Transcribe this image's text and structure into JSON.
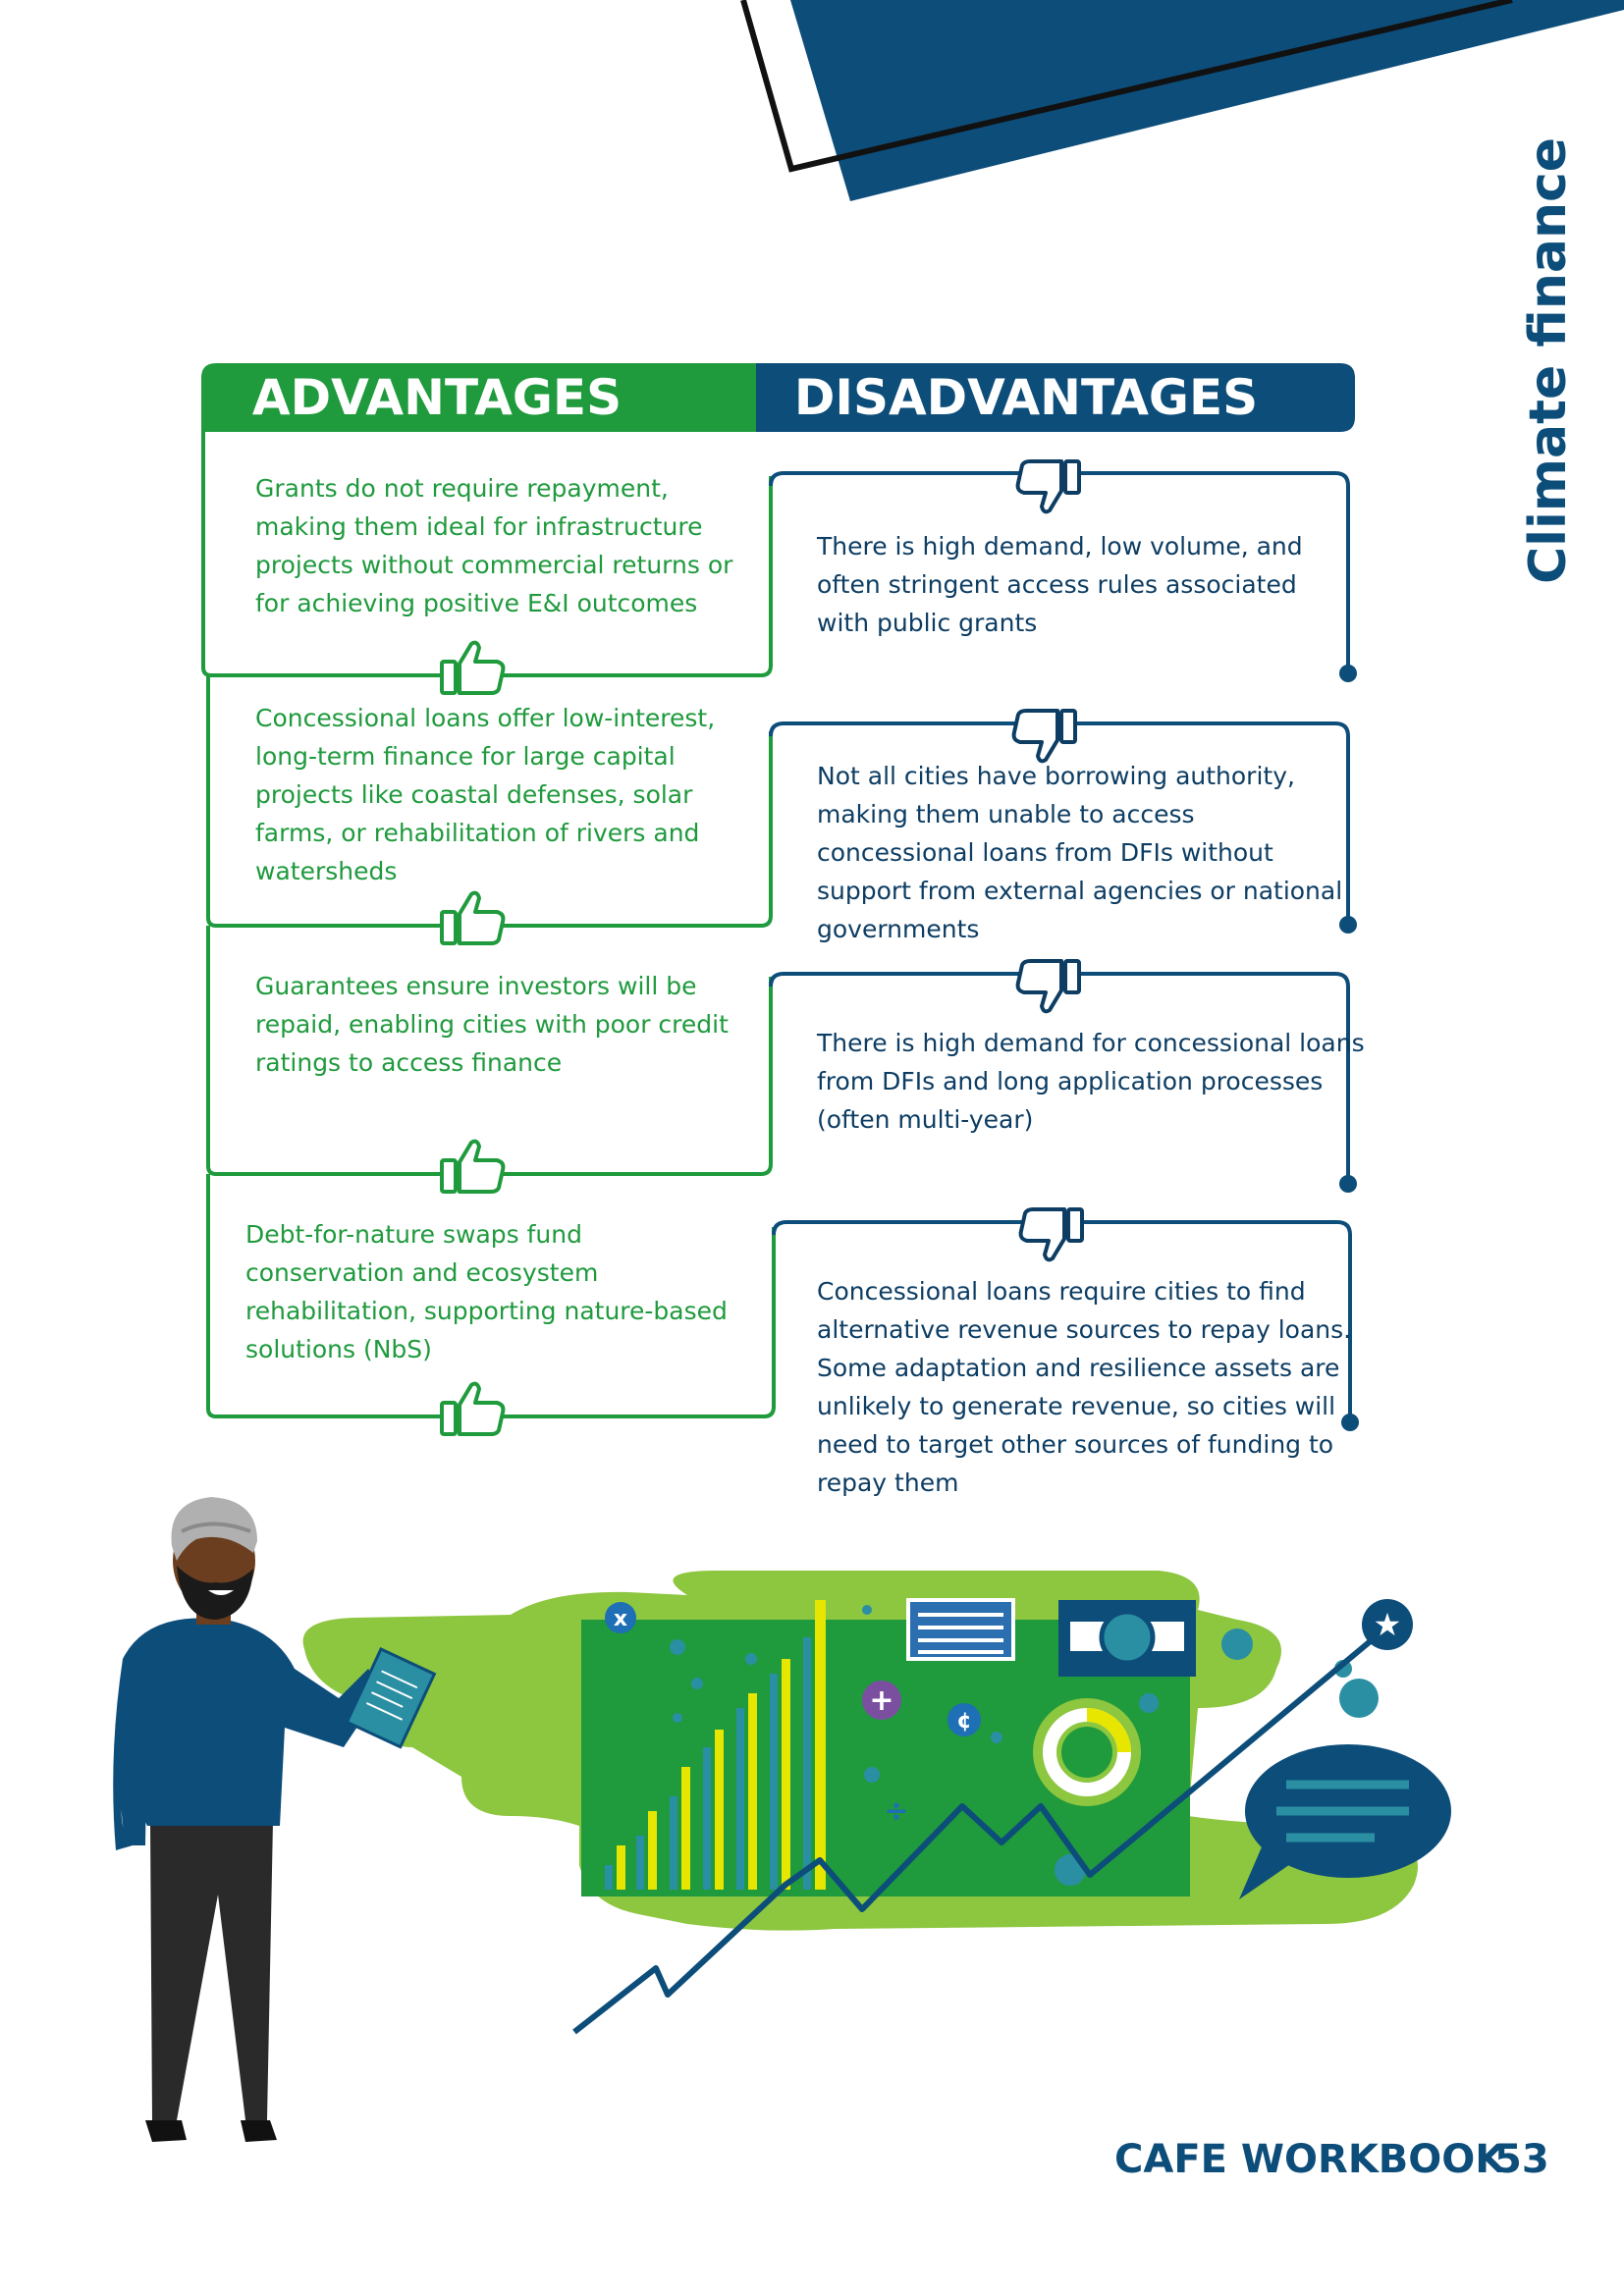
{
  "side_title": "Climate finance",
  "headers": {
    "advantages": "ADVANTAGES",
    "disadvantages": "DISADVANTAGES"
  },
  "advantages": [
    {
      "lines": [
        "Grants do not require repayment,",
        "making them ideal for infrastructure",
        "projects without commercial returns or",
        "for achieving positive E&I outcomes"
      ]
    },
    {
      "lines": [
        "Concessional loans offer low-interest,",
        "long-term finance for large capital",
        "projects like coastal defenses, solar",
        "farms, or rehabilitation of rivers and",
        "watersheds"
      ]
    },
    {
      "lines": [
        "Guarantees ensure investors will be",
        "repaid, enabling cities with poor credit",
        "ratings to access finance"
      ]
    },
    {
      "lines": [
        "Debt-for-nature swaps fund",
        "conservation and ecosystem",
        "rehabilitation, supporting nature-based",
        "solutions (NbS)"
      ]
    }
  ],
  "disadvantages": [
    {
      "lines": [
        "There is high demand, low volume, and",
        "often stringent access rules associated",
        "with public grants"
      ]
    },
    {
      "lines": [
        "Not all cities have borrowing authority,",
        "making them unable to access",
        "concessional loans from DFIs without",
        "support from external agencies or national",
        "governments"
      ]
    },
    {
      "lines": [
        "There is high demand for concessional loans",
        "from DFIs and long application processes",
        "(often multi-year)"
      ]
    },
    {
      "lines": [
        "Concessional loans require cities to find",
        "alternative revenue sources to repay loans.",
        "Some adaptation and resilience assets are",
        "unlikely to generate revenue, so cities will",
        "need to target other sources of funding to",
        "repay them"
      ]
    }
  ],
  "illustration": {
    "symbols": {
      "times": "x",
      "plus": "+",
      "cent": "¢",
      "divide": "÷",
      "star": "★"
    }
  },
  "colors": {
    "green": "#1f9a3d",
    "navy": "#0d4d7a",
    "lime": "#8dc63f",
    "yellow": "#e6e600",
    "teal": "#2b8fa3"
  },
  "footer": {
    "label": "CAFE WORKBOOK",
    "page_number": "53"
  }
}
